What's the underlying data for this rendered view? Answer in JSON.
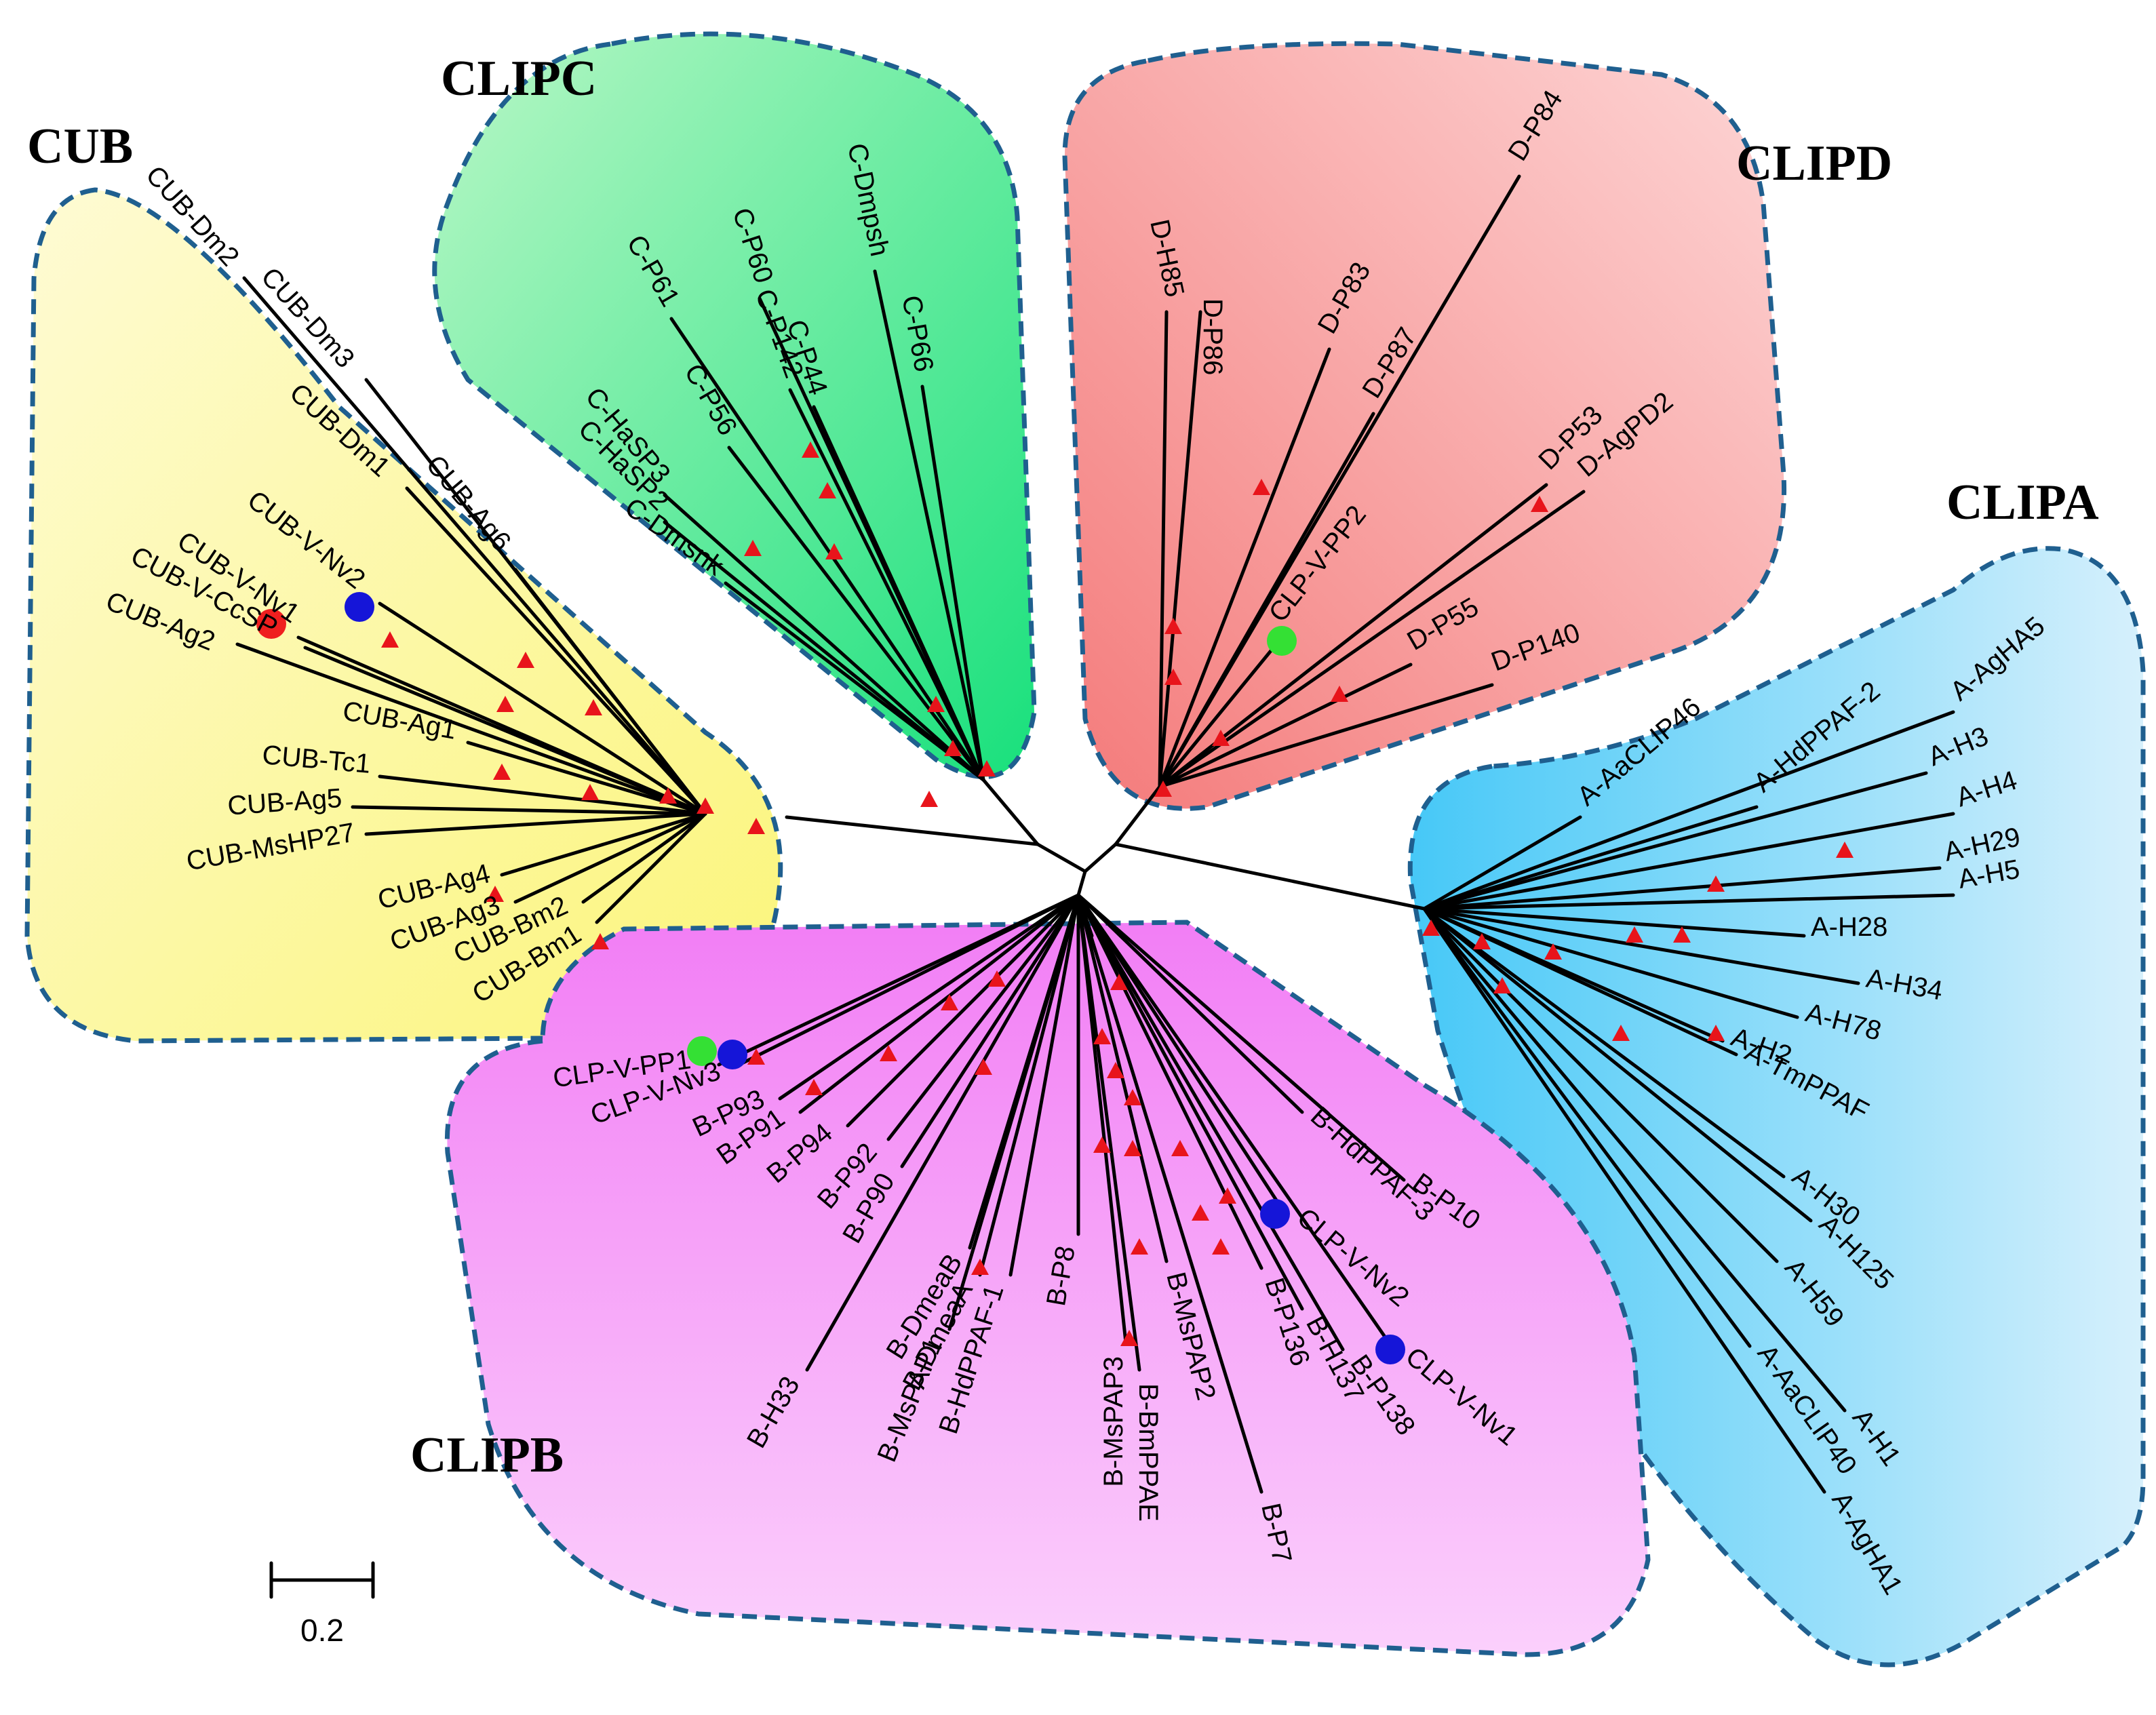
{
  "clades": {
    "cub": {
      "title": "CUB",
      "leaves": [
        "CUB-Dm2",
        "CUB-Dm3",
        "CUB-Dm1",
        "CUB-V-Nv2",
        "CUB-V-Nv1",
        "CUB-V-CcSP",
        "CUB-Ag2",
        "CUB-Ag6",
        "CUB-Ag1",
        "CUB-Tc1",
        "CUB-Ag5",
        "CUB-MsHP27",
        "CUB-Ag4",
        "CUB-Ag3",
        "CUB-Bm2",
        "CUB-Bm1"
      ]
    },
    "clipc": {
      "title": "CLIPC",
      "leaves": [
        "C-P61",
        "C-P60",
        "C-Dmpsh",
        "C-P66",
        "C-P142",
        "C-P44",
        "C-P56",
        "C-HaSP3",
        "C-HaSP2",
        "C-Dmsnk"
      ]
    },
    "clipd": {
      "title": "CLIPD",
      "leaves": [
        "D-P84",
        "D-H85",
        "D-P86",
        "D-P83",
        "D-P87",
        "D-P53",
        "D-AgPD2",
        "CLP-V-PP2",
        "D-P55",
        "D-P140"
      ]
    },
    "clipa": {
      "title": "CLIPA",
      "leaves": [
        "A-AaCLIP46",
        "A-HdPPAF-2",
        "A-AgHA5",
        "A-H3",
        "A-H4",
        "A-H29",
        "A-H5",
        "A-H28",
        "A-H34",
        "A-H78",
        "A-H2",
        "A-TmPPAF",
        "A-H30",
        "A-H125",
        "A-H59",
        "A-AaCLIP40",
        "A-H1",
        "A-AgHA1"
      ]
    },
    "clipb": {
      "title": "CLIPB",
      "leaves": [
        "CLP-V-PP1",
        "CLP-V-Nv3",
        "B-P93",
        "B-P91",
        "B-P94",
        "B-P92",
        "B-P90",
        "B-H33",
        "B-DmeaB",
        "B-DmeaA",
        "B-MsPAP1",
        "B-HdPPAF-1",
        "B-P8",
        "B-MsPAP2",
        "B-BmPPAE",
        "B-MsPAP3",
        "B-P136",
        "B-H137",
        "B-P138",
        "CLP-V-Nv2",
        "CLP-V-Nv1",
        "B-HdPPAF-3",
        "B-P10",
        "B-P7"
      ]
    }
  },
  "scale_bar": {
    "label": "0.2"
  },
  "colors": {
    "cub": [
      "#fefbd4",
      "#fbf57a"
    ],
    "clipc": [
      "#b9f7c6",
      "#18e07c"
    ],
    "clipd": [
      "#f47a7a",
      "#fdd6d6"
    ],
    "clipa": [
      "#46c8f7",
      "#d6f0fc"
    ],
    "clipb": [
      "#f27ef5",
      "#fbd0fc"
    ],
    "border": "#1f5f8f",
    "bootstrap_marker": "#e8141b",
    "marker_red": "#ef1f1f",
    "marker_blue": "#1515d8",
    "marker_green": "#34e034"
  }
}
